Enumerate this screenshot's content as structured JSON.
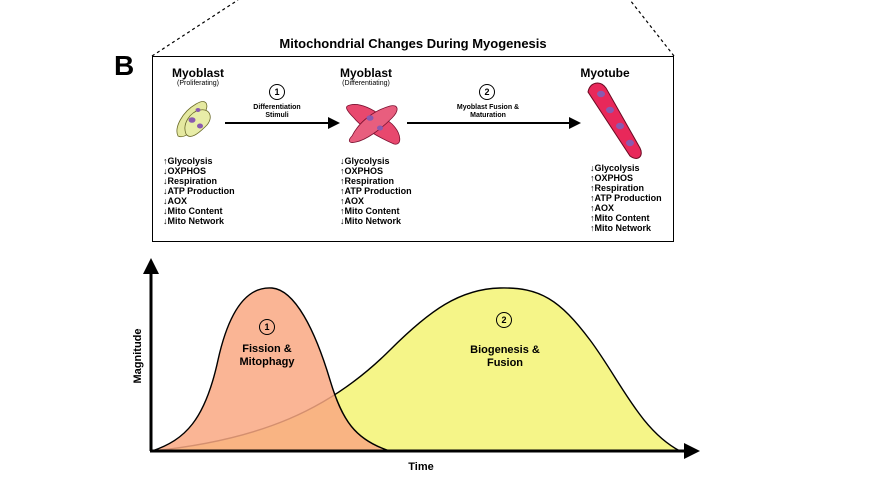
{
  "panel_letter": "B",
  "title": "Mitochondrial Changes During Myogenesis",
  "stages": [
    {
      "name": "Myoblast",
      "sub": "(Proliferating)"
    },
    {
      "name": "Myoblast",
      "sub": "(Differentiating)"
    },
    {
      "name": "Myotube",
      "sub": ""
    }
  ],
  "steps": [
    {
      "num": "1",
      "label_line1": "Differentiation",
      "label_line2": "Stimuli"
    },
    {
      "num": "2",
      "label_line1": "Myoblast Fusion &",
      "label_line2": "Maturation"
    }
  ],
  "markers": {
    "proliferating": [
      {
        "arrow": "↑",
        "text": "Glycolysis"
      },
      {
        "arrow": "↓",
        "text": "OXPHOS"
      },
      {
        "arrow": "↓",
        "text": "Respiration"
      },
      {
        "arrow": "↓",
        "text": "ATP Production"
      },
      {
        "arrow": "↓",
        "text": "AOX"
      },
      {
        "arrow": "↓",
        "text": "Mito Content"
      },
      {
        "arrow": "↓",
        "text": "Mito Network"
      }
    ],
    "differentiating": [
      {
        "arrow": "↓",
        "text": "Glycolysis"
      },
      {
        "arrow": "↑",
        "text": "OXPHOS"
      },
      {
        "arrow": "↑",
        "text": "Respiration"
      },
      {
        "arrow": "↑",
        "text": "ATP Production"
      },
      {
        "arrow": "↑",
        "text": "AOX"
      },
      {
        "arrow": "↑",
        "text": "Mito Content"
      },
      {
        "arrow": "↓",
        "text": "Mito Network"
      }
    ],
    "myotube": [
      {
        "arrow": "↓",
        "text": "Glycolysis"
      },
      {
        "arrow": "↑",
        "text": "OXPHOS"
      },
      {
        "arrow": "↑",
        "text": "Respiration"
      },
      {
        "arrow": "↑",
        "text": "ATP Production"
      },
      {
        "arrow": "↑",
        "text": "AOX"
      },
      {
        "arrow": "↑",
        "text": "Mito Content"
      },
      {
        "arrow": "↑",
        "text": "Mito Network"
      }
    ]
  },
  "graph": {
    "ylabel": "Magnitude",
    "xlabel": "Time",
    "curves": [
      {
        "num": "1",
        "line1": "Fission &",
        "line2": "Mitophagy",
        "color": "#F9A882"
      },
      {
        "num": "2",
        "line1": "Biogenesis &",
        "line2": "Fusion",
        "color": "#F5F588"
      }
    ]
  },
  "colors": {
    "proliferating_cell": "#E5E9A0",
    "differentiating_cell": "#E8486E",
    "myotube_cell": "#E8285A",
    "nucleus": "#8A5AAF",
    "fission_curve": "#F9A882",
    "biogenesis_curve": "#F5F588"
  }
}
